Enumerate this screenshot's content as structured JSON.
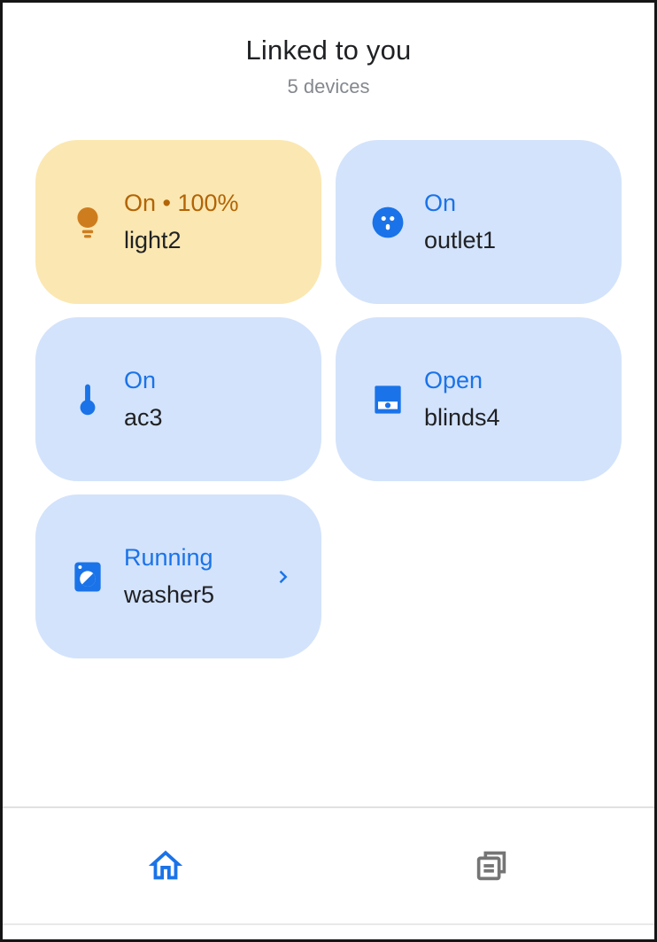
{
  "header": {
    "title": "Linked to you",
    "subtitle": "5 devices"
  },
  "devices": [
    {
      "name": "light2",
      "status": "On • 100%",
      "icon": "lightbulb",
      "theme": "yellow",
      "chevron": false
    },
    {
      "name": "outlet1",
      "status": "On",
      "icon": "outlet",
      "theme": "blue",
      "chevron": false
    },
    {
      "name": "ac3",
      "status": "On",
      "icon": "thermostat",
      "theme": "blue",
      "chevron": false
    },
    {
      "name": "blinds4",
      "status": "Open",
      "icon": "blinds",
      "theme": "blue",
      "chevron": false
    },
    {
      "name": "washer5",
      "status": "Running",
      "icon": "washer",
      "theme": "blue",
      "chevron": true
    }
  ],
  "themes": {
    "yellow": {
      "bg": "#fbe7b1",
      "icon": "#ce7d1e",
      "status": "#b26406"
    },
    "blue": {
      "bg": "#d3e3fc",
      "icon": "#1a73e8",
      "status": "#1a73e8"
    }
  },
  "colors": {
    "device_name_text": "#202124",
    "title_text": "#1f2023",
    "subtitle_text": "#84888d",
    "chevron": "#1a73e8"
  },
  "nav": {
    "items": [
      {
        "id": "home",
        "icon": "home",
        "active": true,
        "color": "#1a73e8"
      },
      {
        "id": "feed",
        "icon": "feed",
        "active": false,
        "color": "#757575"
      }
    ]
  }
}
